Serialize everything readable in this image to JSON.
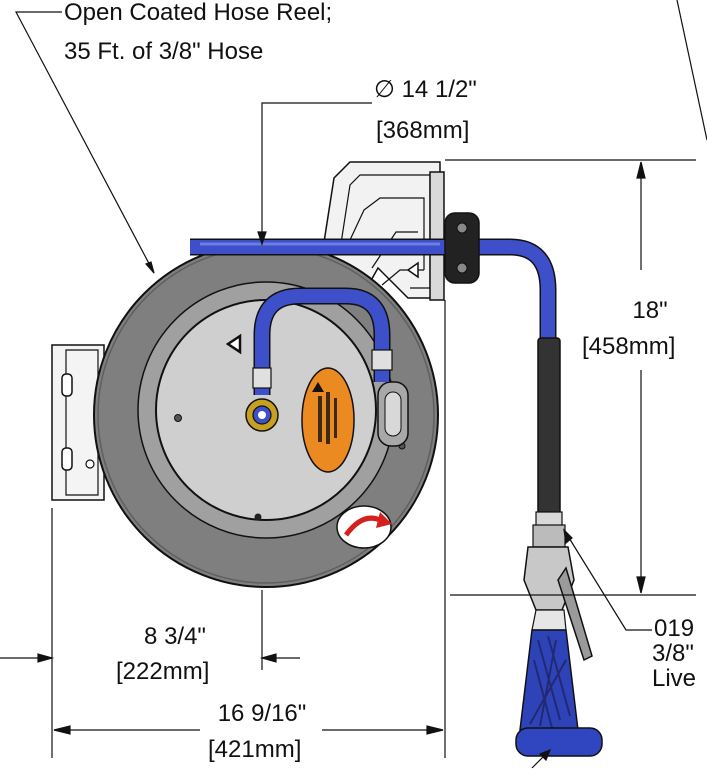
{
  "callouts": {
    "reel_line1": "Open Coated Hose Reel;",
    "reel_line2": "35 Ft. of 3/8\" Hose",
    "part_line1": "019",
    "part_line2": "3/8\"",
    "part_line3": "Live"
  },
  "dimensions": {
    "diameter_symbol": "∅",
    "diameter_in": "14 1/2\"",
    "diameter_mm": "[368mm]",
    "height_in": "18\"",
    "height_mm": "[458mm]",
    "offset_in": "8 3/4\"",
    "offset_mm": "[222mm]",
    "width_in": "16 9/16\"",
    "width_mm": "[421mm]"
  },
  "colors": {
    "hose": "#3d4fc9",
    "reel_drum": "#7f7f7f",
    "reel_face": "#cfcfcf",
    "label_orange": "#ec8a22",
    "nozzle": "#2f43b8",
    "line": "#111111"
  }
}
